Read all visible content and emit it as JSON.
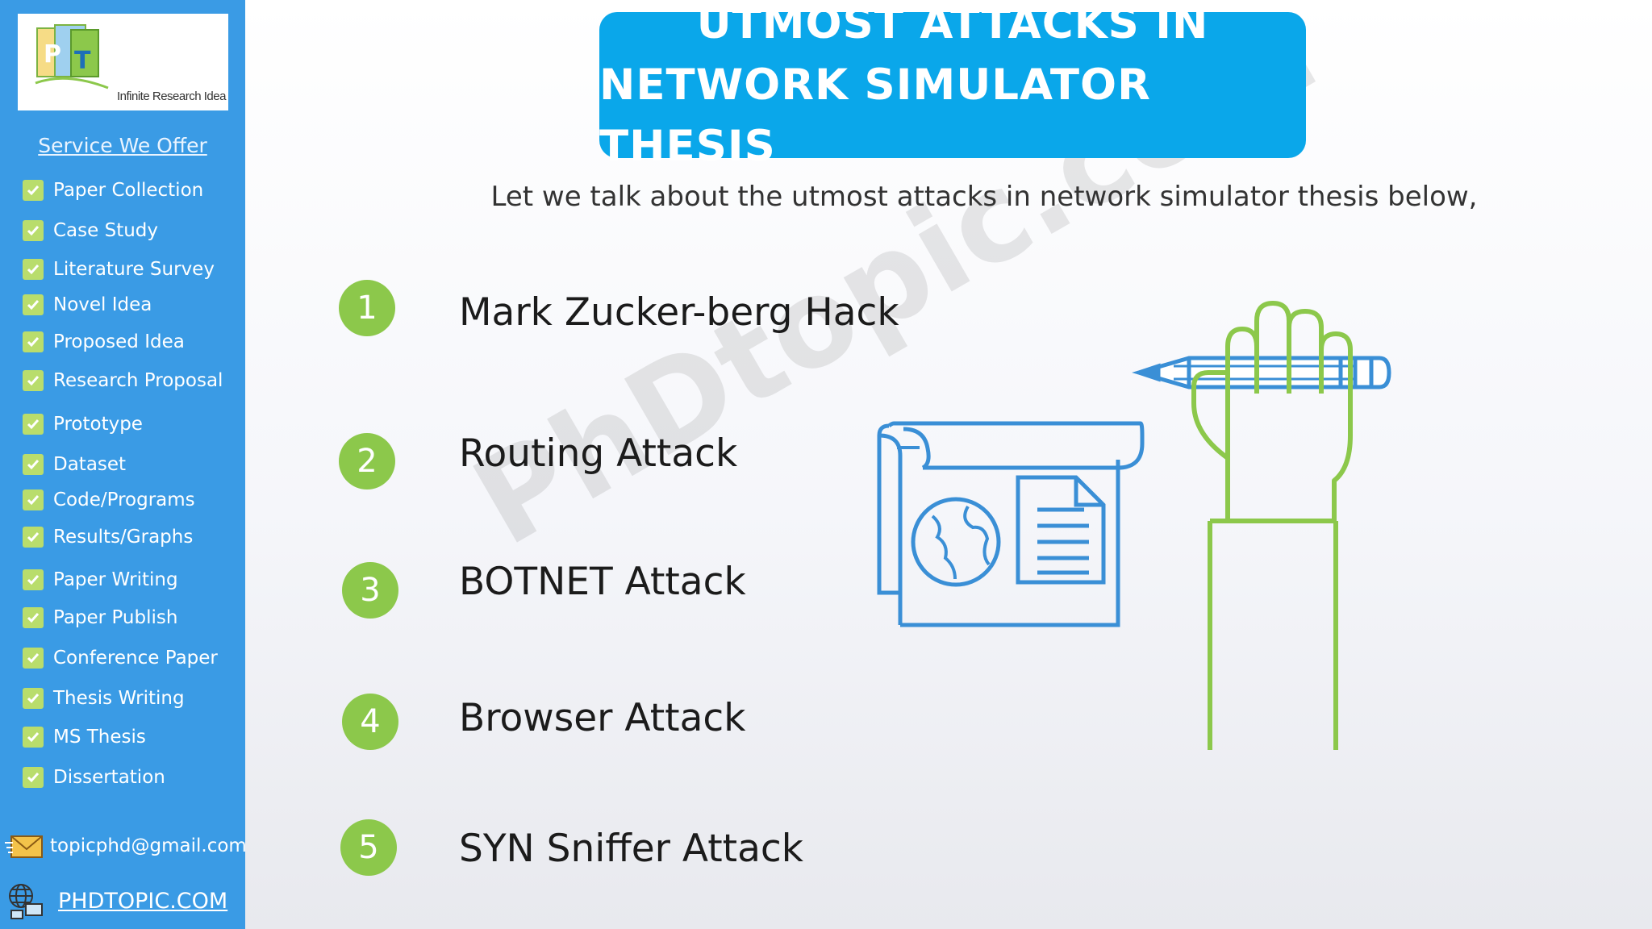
{
  "sidebar": {
    "logo": {
      "letters": "PT",
      "tagline": "Infinite Research Idea"
    },
    "service_title": "Service We Offer",
    "items": [
      {
        "label": "Paper Collection"
      },
      {
        "label": "Case Study"
      },
      {
        "label": "Literature Survey"
      },
      {
        "label": "Novel Idea"
      },
      {
        "label": "Proposed Idea"
      },
      {
        "label": "Research Proposal"
      },
      {
        "label": "Prototype"
      },
      {
        "label": "Dataset"
      },
      {
        "label": "Code/Programs"
      },
      {
        "label": "Results/Graphs"
      },
      {
        "label": "Paper Writing"
      },
      {
        "label": "Paper Publish"
      },
      {
        "label": "Conference Paper"
      },
      {
        "label": "Thesis Writing"
      },
      {
        "label": "MS Thesis"
      },
      {
        "label": "Dissertation"
      }
    ],
    "email": "topicphd@gmail.com",
    "website": "PHDTOPIC.COM"
  },
  "main": {
    "title_line1": "UTMOST ATTACKS IN",
    "title_line2": "NETWORK SIMULATOR THESIS",
    "subtitle": "Let we talk about the utmost attacks in network simulator thesis below,",
    "attacks": [
      {
        "number": "1",
        "label": "Mark Zucker-berg Hack"
      },
      {
        "number": "2",
        "label": "Routing Attack"
      },
      {
        "number": "3",
        "label": "BOTNET Attack"
      },
      {
        "number": "4",
        "label": "Browser Attack"
      },
      {
        "number": "5",
        "label": "SYN Sniffer Attack"
      }
    ],
    "watermark": "PhDtopic.com"
  },
  "colors": {
    "sidebar_bg": "#3a9be5",
    "banner_bg": "#0aa7ea",
    "number_circle": "#8cc84b",
    "checkbox": "#b9dd6c",
    "illustration_blue": "#3a8fd6",
    "illustration_green": "#8cc84b"
  },
  "icons": [
    "check-icon",
    "envelope-icon",
    "globe-network-icon",
    "document-icon",
    "pencil-icon",
    "hand-icon"
  ]
}
